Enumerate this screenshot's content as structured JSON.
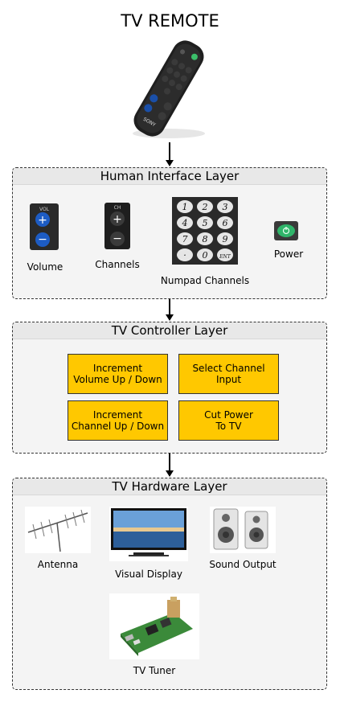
{
  "title": "TV REMOTE",
  "layers": {
    "human": {
      "title": "Human Interface Layer",
      "items": [
        "Volume",
        "Channels",
        "Numpad Channels",
        "Power"
      ]
    },
    "controller": {
      "title": "TV Controller Layer",
      "boxes": [
        "Increment\nVolume Up / Down",
        "Select Channel\nInput",
        "Increment\nChannel Up / Down",
        "Cut Power\nTo TV"
      ]
    },
    "hardware": {
      "title": "TV Hardware Layer",
      "items": [
        "Antenna",
        "Visual Display",
        "Sound Output",
        "TV Tuner"
      ]
    }
  },
  "colors": {
    "box_fill": "#ffc800",
    "layer_fill": "#f4f4f4"
  },
  "numpad_keys": [
    "1",
    "2",
    "3",
    "4",
    "5",
    "6",
    "7",
    "8",
    "9",
    "·",
    "0",
    "ENT"
  ],
  "remote_brand": "SONY",
  "vol_label": "VOL",
  "ch_label": "CH"
}
